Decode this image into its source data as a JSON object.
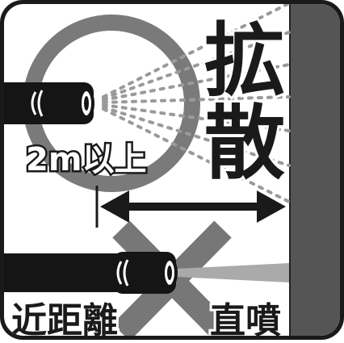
{
  "labels": {
    "diffuse_top": "拡",
    "diffuse_bottom": "散",
    "distance": "2m以上",
    "near_distance": "近距離",
    "direct_spray": "直噴"
  },
  "icons": {
    "top_nozzle": "hose-nozzle-icon",
    "bottom_nozzle": "hose-nozzle-icon",
    "prohibited_mark": "cross-mark-icon",
    "distance_arrow": "double-arrow-icon",
    "target_ring": "ring-icon"
  },
  "colors": {
    "frame": "#1a1a1a",
    "wall": "#555555",
    "ring": "#7a7a7a",
    "cross": "#777777",
    "spray": "#aaaaaa",
    "hose": "#151515"
  }
}
